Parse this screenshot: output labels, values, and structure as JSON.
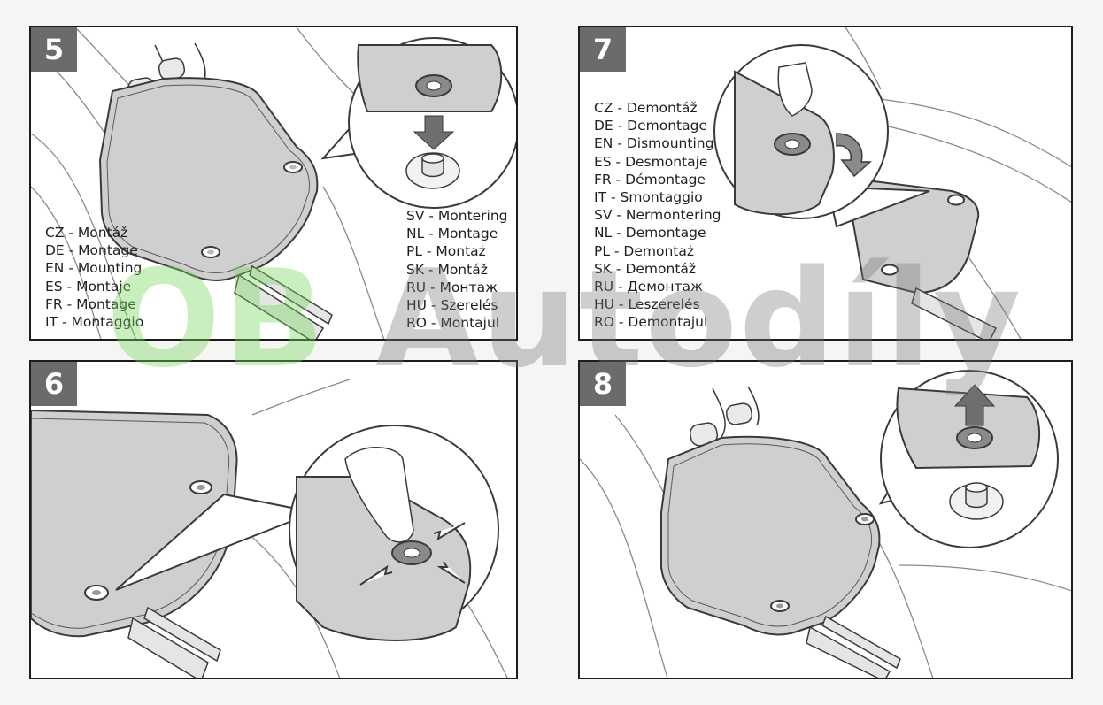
{
  "steps": [
    {
      "number": "5"
    },
    {
      "number": "6"
    },
    {
      "number": "7"
    },
    {
      "number": "8"
    }
  ],
  "mounting": {
    "left": [
      "CZ - Montáž",
      "DE - Montage",
      "EN - Mounting",
      "ES - Montaje",
      "FR - Montage",
      "IT - Montaggio"
    ],
    "right": [
      "SV - Montering",
      "NL - Montage",
      "PL - Montaż",
      "SK - Montáž",
      "RU - Монтаж",
      "HU - Szerelés",
      "RO - Montajul"
    ]
  },
  "dismounting": [
    "CZ - Demontáž",
    "DE - Demontage",
    "EN - Dismounting",
    "ES - Desmontaje",
    "FR - Démontage",
    "IT - Smontaggio",
    "SV - Nermontering",
    "NL - Demontage",
    "PL - Demontaż",
    "SK - Demontáž",
    "RU - Демонтаж",
    "HU - Leszerelés",
    "RO - Demontajul"
  ],
  "watermark": {
    "part1": "OB",
    "part2": "Autodíly"
  },
  "colors": {
    "mat_fill": "#cfcfcf",
    "line": "#3a3a3a",
    "number_badge": "#6b6b6b",
    "watermark_green": "#78d660"
  }
}
